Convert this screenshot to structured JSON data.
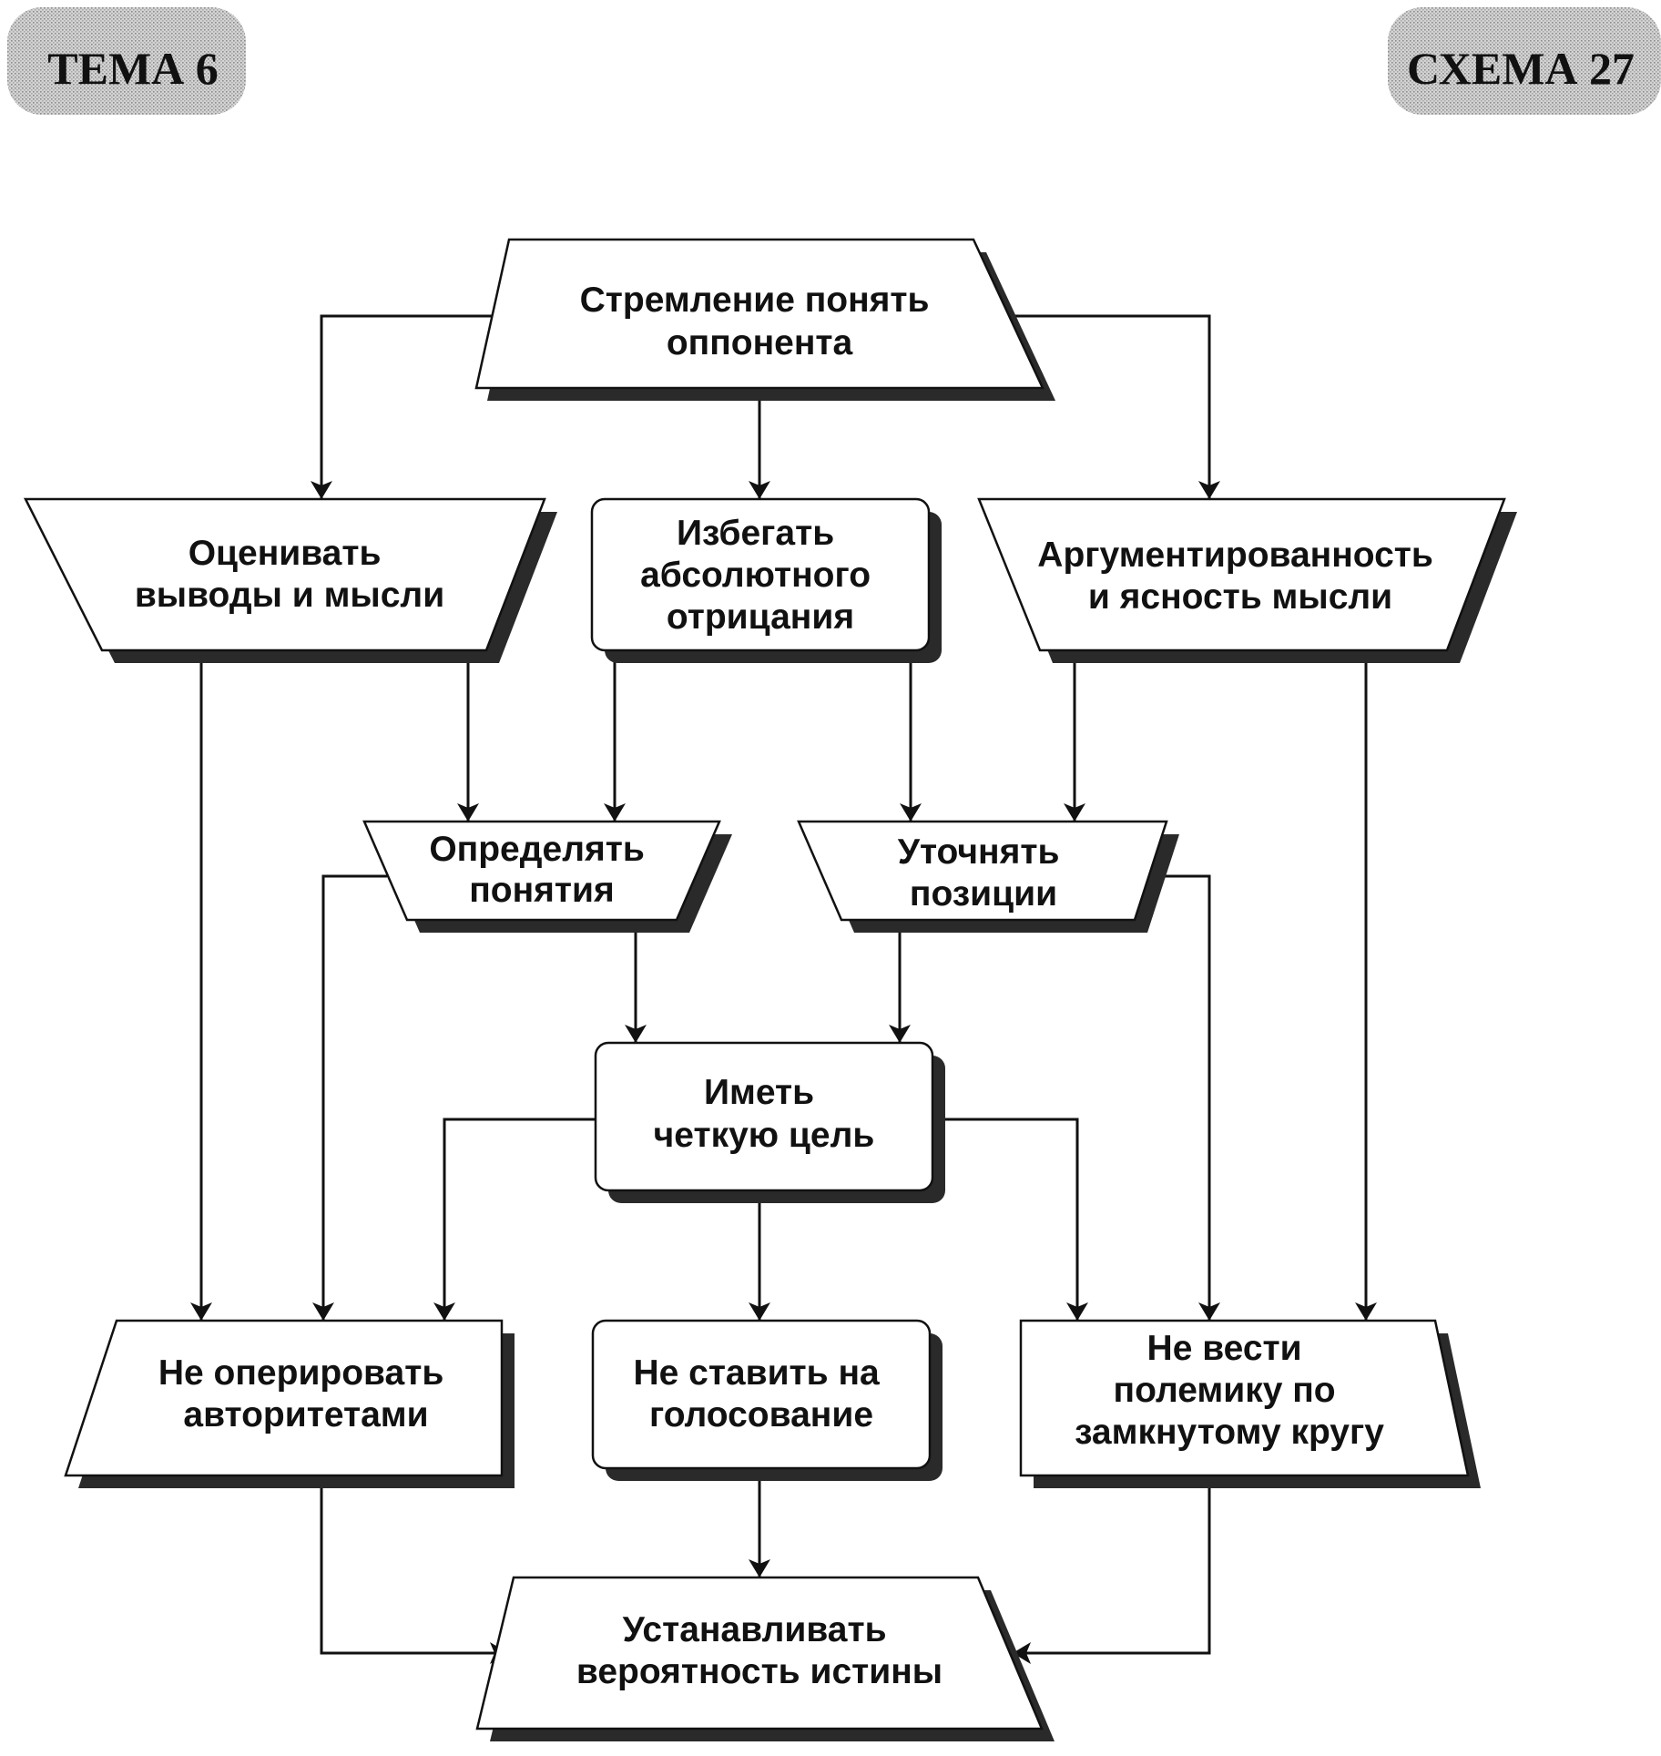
{
  "header": {
    "left_badge": "ТЕМА 6",
    "right_badge": "СХЕМА 27"
  },
  "nodes": {
    "top": [
      "Стремление понять",
      "оппонента"
    ],
    "evaluate": [
      "Оценивать",
      "выводы и мысли"
    ],
    "avoid_negation": [
      "Избегать",
      "абсолютного",
      "отрицания"
    ],
    "argumentation": [
      "Аргументированность",
      "и ясность мысли"
    ],
    "define_concepts": [
      "Определять",
      "понятия"
    ],
    "clarify_positions": [
      "Уточнять",
      "позиции"
    ],
    "clear_goal": [
      "Иметь",
      "четкую цель"
    ],
    "no_authority": [
      "Не оперировать",
      "авторитетами"
    ],
    "no_vote": [
      "Не ставить на",
      "голосование"
    ],
    "no_circular": [
      "Не вести",
      "полемику по",
      "замкнутому кругу"
    ],
    "truth": [
      "Устанавливать",
      "вероятность истины"
    ]
  }
}
